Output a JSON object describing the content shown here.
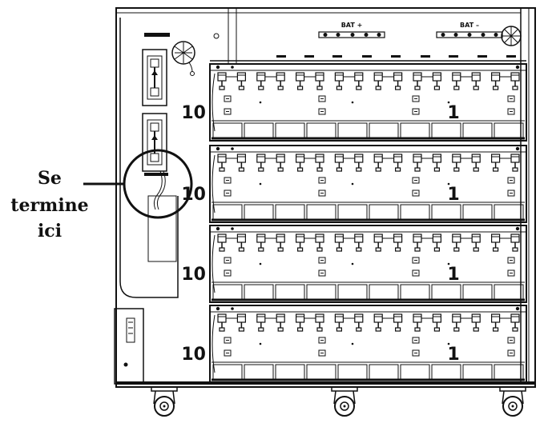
{
  "callout": {
    "line1": "Se",
    "line2": "termine",
    "line3": "ici"
  },
  "bus": {
    "positive": "BAT +",
    "negative": "BAT –"
  },
  "rows": [
    {
      "first": "10",
      "last": "1"
    },
    {
      "first": "10",
      "last": "1"
    },
    {
      "first": "10",
      "last": "1"
    },
    {
      "first": "10",
      "last": "1"
    }
  ]
}
